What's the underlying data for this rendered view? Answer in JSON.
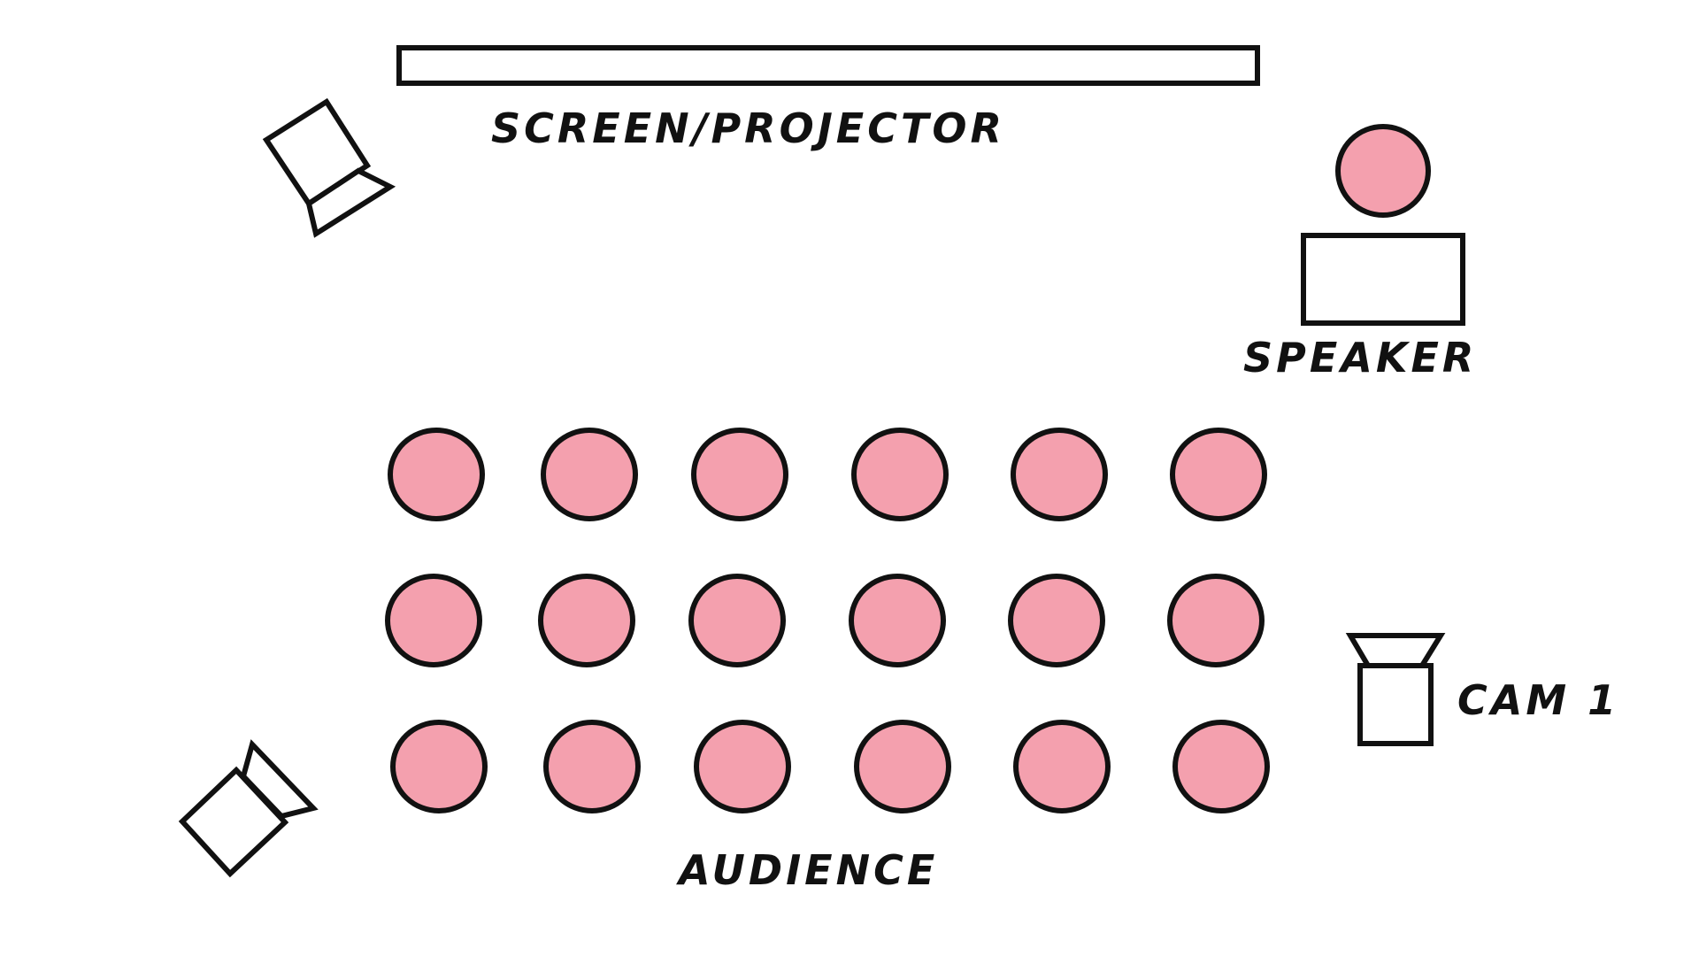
{
  "labels": {
    "screen": "SCREEN/PROJECTOR",
    "speaker": "SPEAKER",
    "camera": "CAM 1",
    "audience": "AUDIENCE"
  },
  "seating": {
    "rows": 3,
    "seats_per_row": 6
  },
  "colors": {
    "seat_fill": "#f4a0ae",
    "stroke": "#111111",
    "background": "#ffffff"
  },
  "icons": [
    "camera-icon",
    "camera-icon",
    "camera-icon",
    "person-icon",
    "podium-icon"
  ]
}
